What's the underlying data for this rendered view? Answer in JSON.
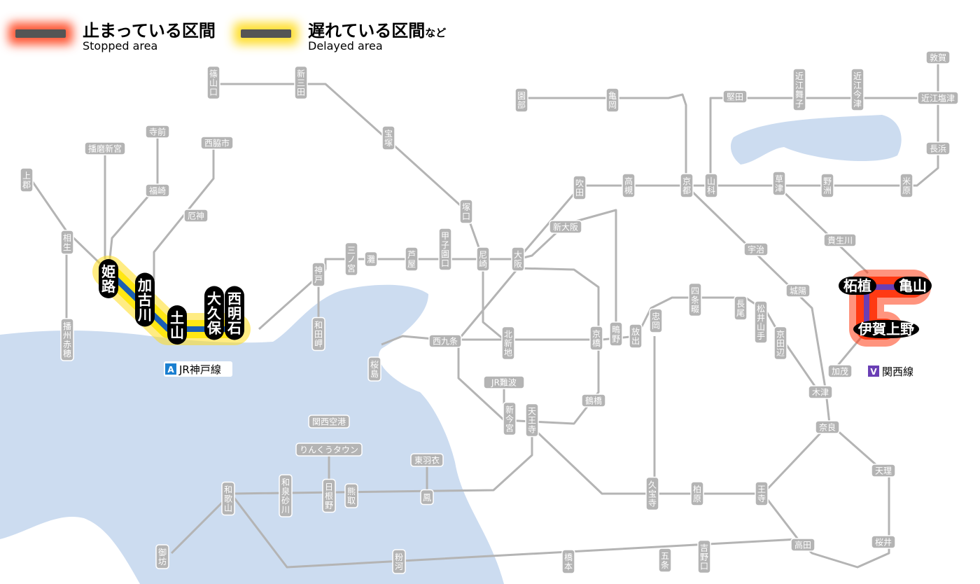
{
  "legend": {
    "stopped": {
      "title": "止まっている区間",
      "sub": "Stopped area"
    },
    "delayed": {
      "title": "遅れている区間",
      "title_suffix": "など",
      "sub": "Delayed area"
    }
  },
  "colors": {
    "sea": "#ccdcf0",
    "line": "#b4b4b4",
    "label_bg": "#b4b4b4",
    "major_bg": "#000000",
    "kobe_line": "#1a5fb4",
    "kansai_line": "#6a3fb5",
    "stopped_glow": "#ff3c14",
    "delayed_glow": "#ffdc1e"
  },
  "line_labels": {
    "kobe": {
      "badge": "A",
      "name": "JR神戸線"
    },
    "kansai": {
      "badge": "V",
      "name": "関西線"
    }
  },
  "stations": {
    "minor": [
      "篠山口",
      "新三田",
      "宝塚",
      "園部",
      "亀岡",
      "堅田",
      "近江舞子",
      "近江今津",
      "敦賀",
      "近江塩津",
      "長浜",
      "米原",
      "野洲",
      "草津",
      "山科",
      "京都",
      "高槻",
      "吹田",
      "新大阪",
      "寺前",
      "播磨新宮",
      "西脇市",
      "福崎",
      "厄神",
      "上郡",
      "相生",
      "播州赤穂",
      "神戸",
      "和田岬",
      "三ノ宮",
      "灘",
      "芦屋",
      "甲子園口",
      "尼崎",
      "塚口",
      "大阪",
      "北新地",
      "京橋",
      "西九条",
      "桜島",
      "JR難波",
      "新今宮",
      "天王寺",
      "鶴橋",
      "宇治",
      "城陽",
      "京田辺",
      "松井山手",
      "長尾",
      "四条畷",
      "忠岡",
      "放出",
      "鴫野",
      "関西空港",
      "りんくうタウン",
      "東羽衣",
      "和泉砂川",
      "日根野",
      "熊取",
      "鳳",
      "和歌山",
      "御坊",
      "粉河",
      "橋本",
      "五条",
      "吉野口",
      "高田",
      "王寺",
      "久宝寺",
      "柏原",
      "奈良",
      "天理",
      "桜井",
      "木津",
      "加茂",
      "貴生川"
    ],
    "affected": [
      "姫路",
      "加古川",
      "土山",
      "大久保",
      "西明石",
      "柘植",
      "亀山",
      "伊賀上野"
    ]
  }
}
